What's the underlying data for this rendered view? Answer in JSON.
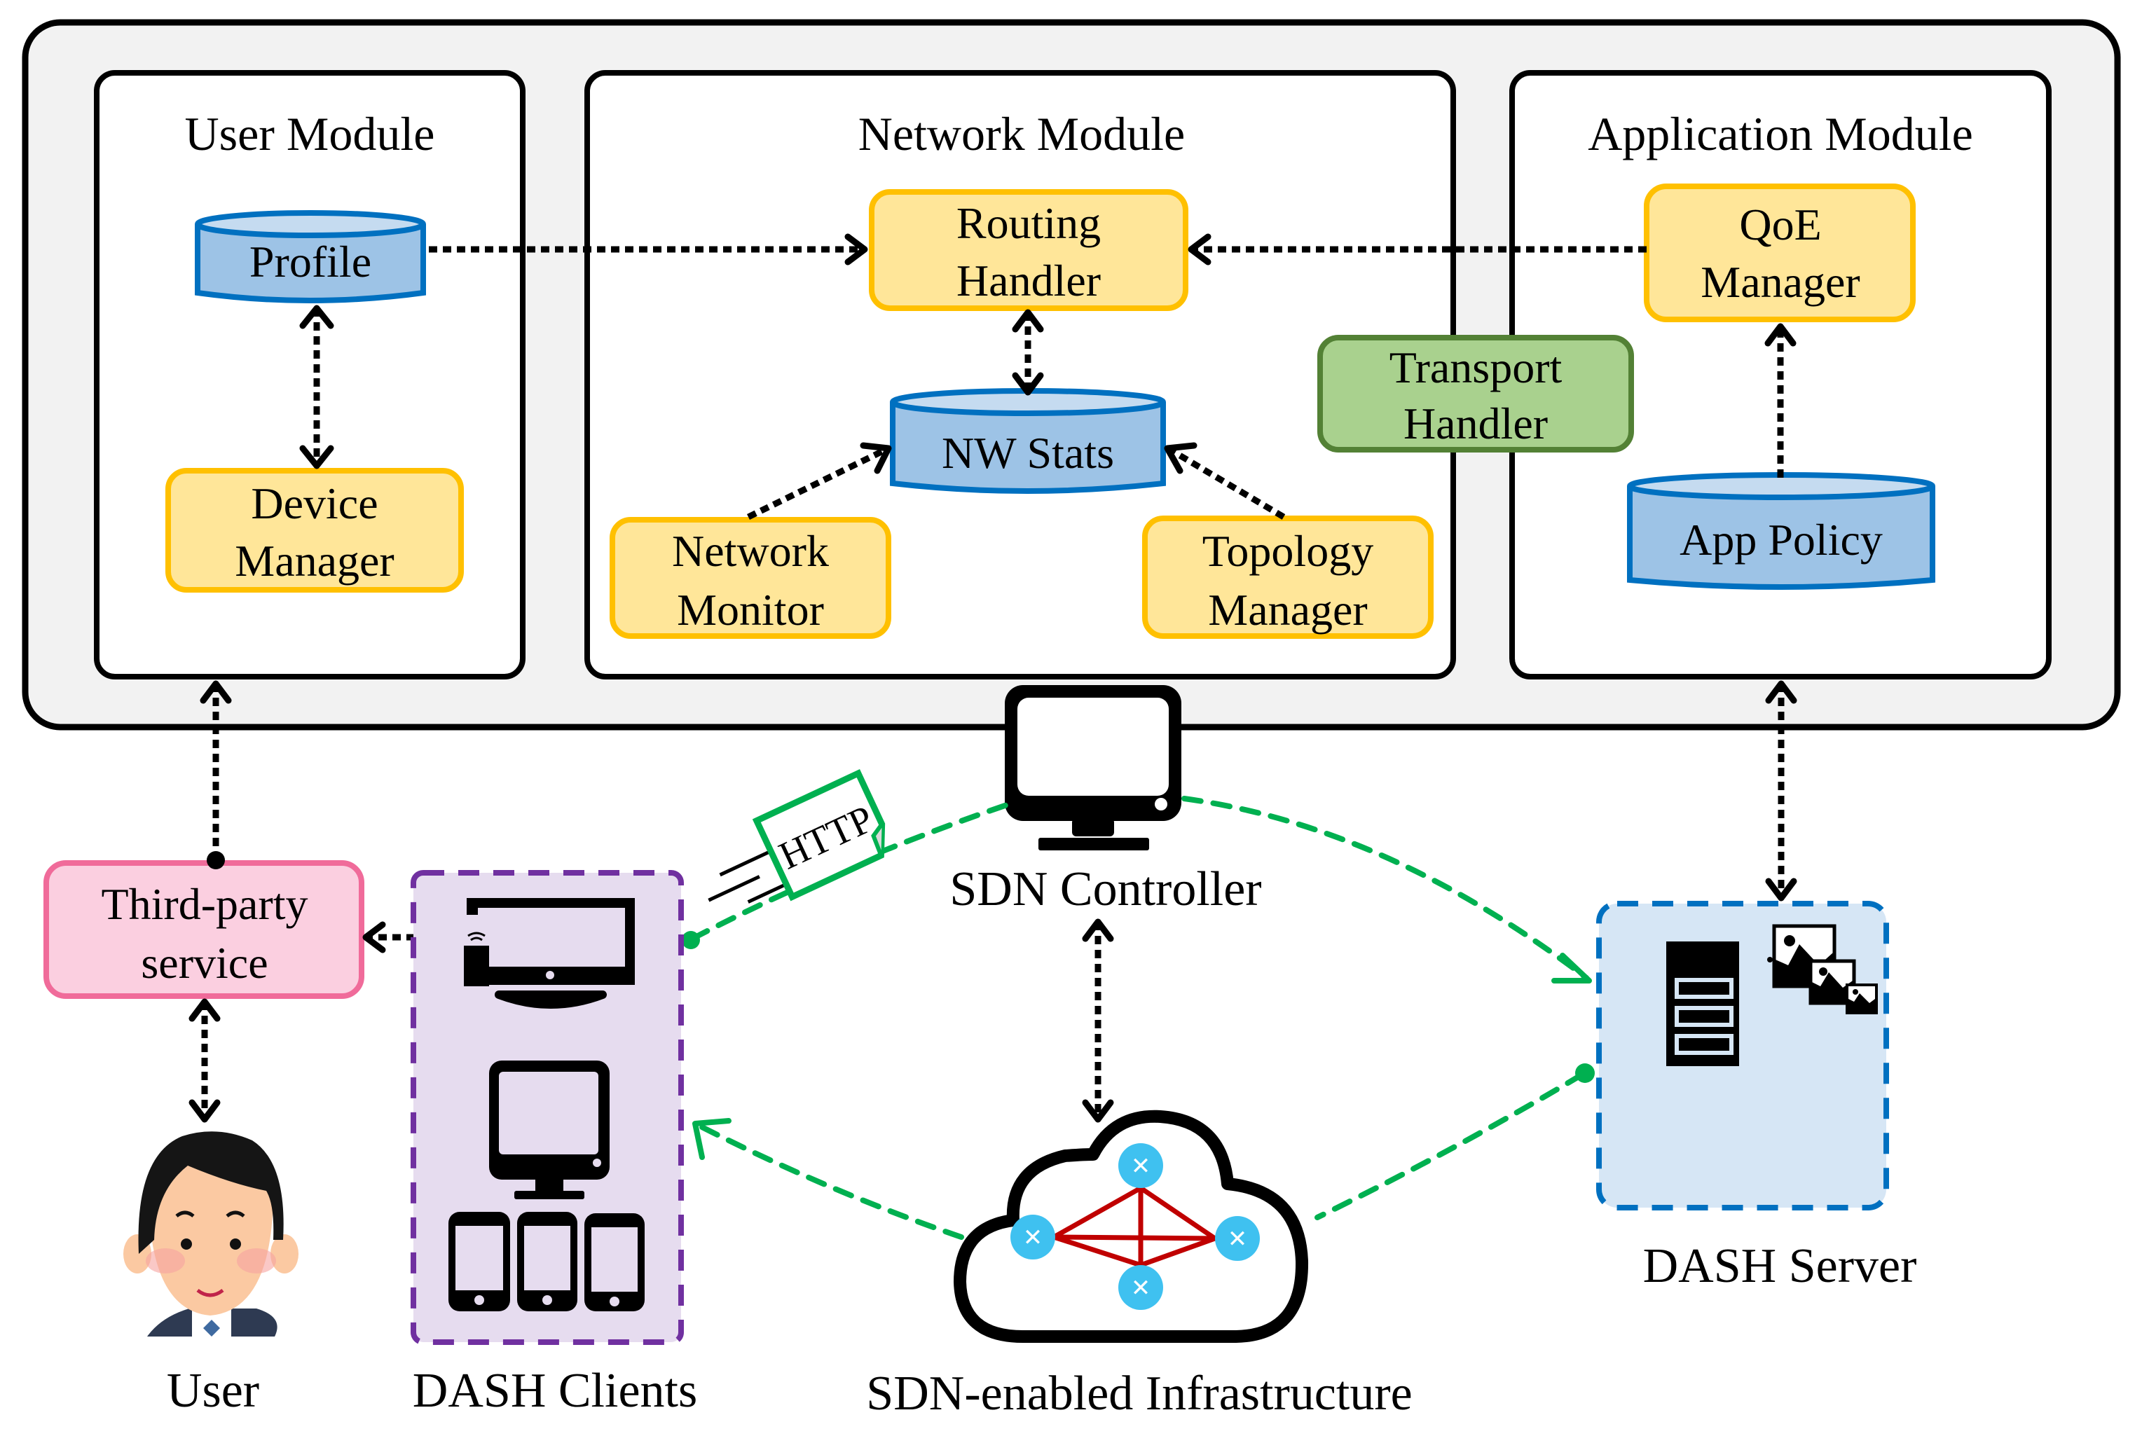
{
  "colors": {
    "outer_panel_fill": "#f2f2f2",
    "component_fill": "#ffe699",
    "component_stroke": "#ffc000",
    "database_fill": "#9dc3e6",
    "database_top": "#c5dbf0",
    "database_stroke": "#0070c0",
    "transport_fill": "#a9d18e",
    "transport_stroke": "#538135",
    "third_party_fill": "#fbcfe0",
    "third_party_stroke": "#f06b9a",
    "clients_fill": "#e6dcef",
    "clients_stroke": "#7030a0",
    "server_fill": "#d6e6f5",
    "server_stroke": "#0070c0",
    "flow_green": "#00b050",
    "router_blue": "#3fc1f0",
    "link_red": "#c00000"
  },
  "modules": {
    "user": {
      "title": "User Module",
      "profile": "Profile",
      "device_manager": [
        "Device",
        "Manager"
      ]
    },
    "network": {
      "title": "Network Module",
      "routing_handler": [
        "Routing",
        "Handler"
      ],
      "nw_stats": "NW Stats",
      "network_monitor": [
        "Network",
        "Monitor"
      ],
      "topology_manager": [
        "Topology",
        "Manager"
      ]
    },
    "application": {
      "title": "Application Module",
      "qoe_manager": [
        "QoE",
        "Manager"
      ],
      "app_policy": "App Policy"
    },
    "transport_handler": [
      "Transport",
      "Handler"
    ]
  },
  "entities": {
    "third_party": [
      "Third-party",
      "service"
    ],
    "user": "User",
    "dash_clients": "DASH Clients",
    "sdn_controller": "SDN Controller",
    "sdn_infrastructure": "SDN-enabled Infrastructure",
    "dash_server": "DASH Server",
    "http_packet": "HTTP"
  },
  "icons": {
    "controller": "monitor-icon",
    "clients": [
      "tv-with-remote-icon",
      "desktop-monitor-icon",
      "smartphone-icon",
      "smartphone-icon",
      "smartphone-icon"
    ],
    "server": [
      "server-rack-icon",
      "image-icon"
    ],
    "infrastructure": [
      "cloud-icon",
      "router-icon"
    ],
    "user": "person-avatar-icon"
  }
}
